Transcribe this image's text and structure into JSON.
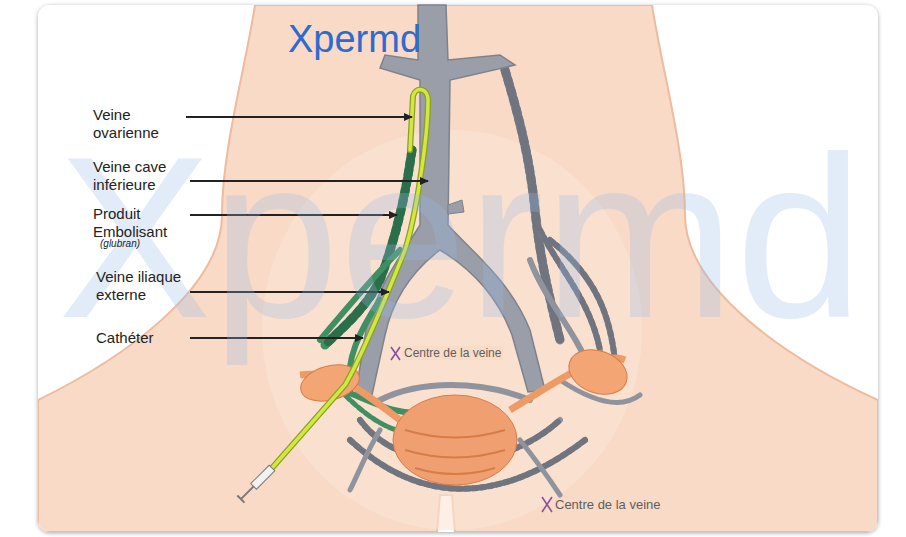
{
  "diagram": {
    "labels": [
      "Xpermd",
      "Veine ovarienne",
      "Veine cave inférieure",
      "Produit Embolisant",
      "(glubran)",
      "Veine iliaque externe",
      "Cathéter",
      "Centre de la veine",
      "Centre de la veine",
      "Xpermd"
    ]
  }
}
